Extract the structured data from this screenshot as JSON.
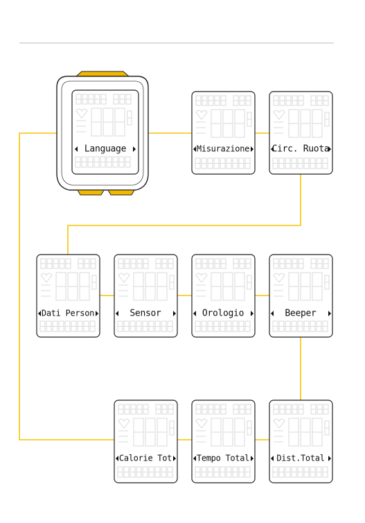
{
  "colors": {
    "connector": "#f5c400",
    "rule": "#bbbbbb",
    "device_button": "#f2b800",
    "lcd_segment": "#d9d9d9",
    "text": "#111111"
  },
  "icons": {
    "left_arrow": "left-triangle",
    "right_arrow": "right-triangle"
  },
  "menu": {
    "language": "Language",
    "misurazione": "Misurazione",
    "circ_ruota": "Circ. Ruota",
    "dati_person": "Dati Person",
    "sensor": "Sensor",
    "orologio": "Orologio",
    "beeper": "Beeper",
    "calorie_tot": "Calorie Tot",
    "tempo_total": "Tempo Total",
    "dist_total": "Dist.Total"
  }
}
